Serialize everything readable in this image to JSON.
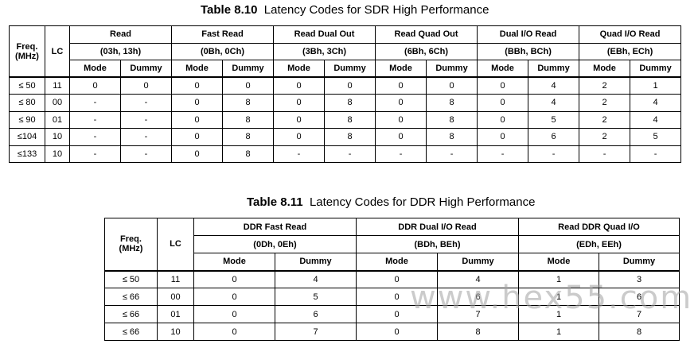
{
  "table1": {
    "caption_num": "Table 8.10",
    "caption_text": "Latency Codes for SDR High Performance",
    "freq_header": "Freq.",
    "freq_unit": "(MHz)",
    "lc_header": "LC",
    "groups": [
      {
        "name": "Read",
        "codes": "(03h, 13h)"
      },
      {
        "name": "Fast Read",
        "codes": "(0Bh, 0Ch)"
      },
      {
        "name": "Read Dual Out",
        "codes": "(3Bh, 3Ch)"
      },
      {
        "name": "Read Quad Out",
        "codes": "(6Bh, 6Ch)"
      },
      {
        "name": "Dual I/O Read",
        "codes": "(BBh, BCh)"
      },
      {
        "name": "Quad I/O Read",
        "codes": "(EBh, ECh)"
      }
    ],
    "mode_label": "Mode",
    "dummy_label": "Dummy",
    "rows": [
      [
        "≤ 50",
        "11",
        "0",
        "0",
        "0",
        "0",
        "0",
        "0",
        "0",
        "0",
        "0",
        "4",
        "2",
        "1"
      ],
      [
        "≤ 80",
        "00",
        "-",
        "-",
        "0",
        "8",
        "0",
        "8",
        "0",
        "8",
        "0",
        "4",
        "2",
        "4"
      ],
      [
        "≤ 90",
        "01",
        "-",
        "-",
        "0",
        "8",
        "0",
        "8",
        "0",
        "8",
        "0",
        "5",
        "2",
        "4"
      ],
      [
        "≤104",
        "10",
        "-",
        "-",
        "0",
        "8",
        "0",
        "8",
        "0",
        "8",
        "0",
        "6",
        "2",
        "5"
      ],
      [
        "≤133",
        "10",
        "-",
        "-",
        "0",
        "8",
        "-",
        "-",
        "-",
        "-",
        "-",
        "-",
        "-",
        "-"
      ]
    ]
  },
  "table2": {
    "caption_num": "Table 8.11",
    "caption_text": "Latency Codes for DDR High Performance",
    "freq_header": "Freq.",
    "freq_unit": "(MHz)",
    "lc_header": "LC",
    "groups": [
      {
        "name": "DDR Fast Read",
        "codes": "(0Dh, 0Eh)"
      },
      {
        "name": "DDR Dual I/O Read",
        "codes": "(BDh, BEh)"
      },
      {
        "name": "Read DDR Quad I/O",
        "codes": "(EDh, EEh)"
      }
    ],
    "mode_label": "Mode",
    "dummy_label": "Dummy",
    "rows": [
      [
        "≤ 50",
        "11",
        "0",
        "4",
        "0",
        "4",
        "1",
        "3"
      ],
      [
        "≤ 66",
        "00",
        "0",
        "5",
        "0",
        "6",
        "1",
        "6"
      ],
      [
        "≤ 66",
        "01",
        "0",
        "6",
        "0",
        "7",
        "1",
        "7"
      ],
      [
        "≤ 66",
        "10",
        "0",
        "7",
        "0",
        "8",
        "1",
        "8"
      ]
    ]
  },
  "watermark": "www.hex55.com"
}
